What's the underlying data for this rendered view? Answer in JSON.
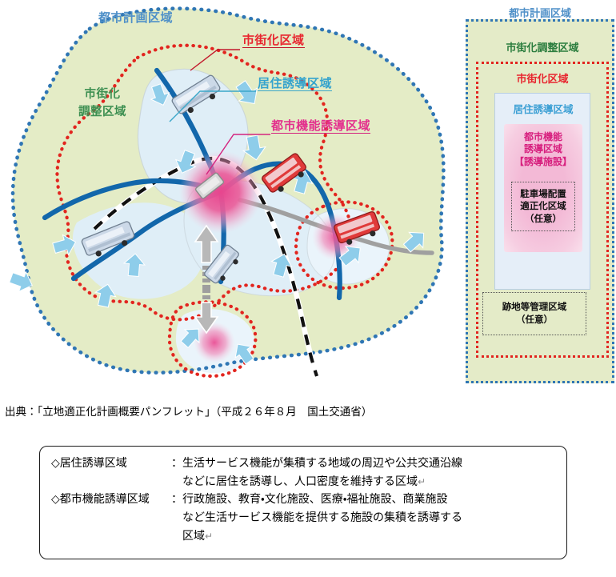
{
  "figure": {
    "map_labels": {
      "city_planning_area": "都市計画区域",
      "urbanization_control_area": "市街化\n調整区域",
      "urbanization_control_area_line1": "市街化",
      "urbanization_control_area_line2": "調整区域",
      "urbanization_promotion_area": "市街化区域",
      "residence_induction_area": "居住誘導区域",
      "urban_function_induction_area": "都市機能誘導区域"
    },
    "map_colors": {
      "base_green": "#e4ecc6",
      "water_blue": "#dfeef7",
      "city_planning_dotted": "#2f76b4",
      "urbanization_dotted": "#e2251f",
      "rail_line": "#1267ab",
      "road_line": "#9a9a9a",
      "hub_pink": "#ea5d9a",
      "arrow_blue": "#8ecdea",
      "label_blue": "#4f90c8",
      "label_green": "#3d8f51",
      "label_red": "#e8262f",
      "label_teal": "#34a3cd",
      "label_magenta": "#e3308d"
    },
    "map_icons": [
      {
        "name": "train-icon-upper",
        "color": "#c8d8e8"
      },
      {
        "name": "train-icon-left",
        "color": "#c8d8e8"
      },
      {
        "name": "train-icon-lower",
        "color": "#c8d8e8"
      },
      {
        "name": "bus-icon-center",
        "color": "#e03a3a"
      },
      {
        "name": "bus-icon-right",
        "color": "#e03a3a"
      },
      {
        "name": "station-icon",
        "color": "#bdbdbd"
      }
    ]
  },
  "legend_panel": {
    "title": "都市計画区域",
    "urbanization_control_area": "市街化調整区域",
    "urbanization_promotion_area": "市街化区域",
    "residence_induction_area": "居住誘導区域",
    "urban_function_induction_area_line1": "都市機能",
    "urban_function_induction_area_line2": "誘導区域",
    "urban_function_induction_area_line3": "【誘導施設】",
    "parking_area_line1": "駐車場配置",
    "parking_area_line2": "適正化区域",
    "parking_area_line3": "（任意）",
    "vacant_land_area_line1": "跡地等管理区域",
    "vacant_land_area_line2": "（任意）"
  },
  "source": {
    "text": "出典：「立地適正化計画概要パンフレット」（平成２６年８月　国土交通省）"
  },
  "definitions": {
    "rows": [
      {
        "term": "◇居住誘導区域",
        "colon": "：",
        "body_line1": "生活サービス機能が集積する地域の周辺や公共交通沿線",
        "body_line2": "などに居住を誘導し、人口密度を維持する区域",
        "body_line3": "",
        "pilcrow_after": "line2"
      },
      {
        "term": "◇都市機能誘導区域",
        "colon": "：",
        "body_line1": "行政施設、教育・文化施設、医療・福祉施設、商業施設",
        "body_line2": "など生活サービス機能を提供する施設の集積を誘導する",
        "body_line3": "区域",
        "pilcrow_after": "line3"
      }
    ],
    "pilcrow_glyph": "↵"
  }
}
